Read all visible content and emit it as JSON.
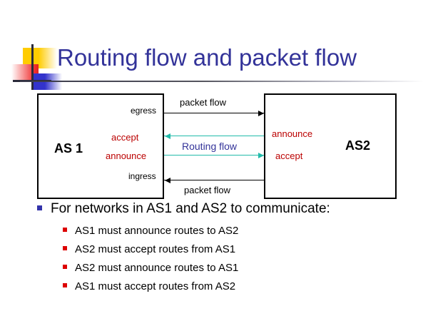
{
  "slide": {
    "title": "Routing flow and packet flow",
    "title_color": "#333399"
  },
  "logo": {
    "yellow": "#ffcc00",
    "red": "#f03030",
    "blue": "#3333cc",
    "line": "#2a2a3a"
  },
  "diagram": {
    "as1": {
      "name": "AS 1",
      "edge_top_label": "egress",
      "edge_bottom_label": "ingress",
      "policy_top": "accept",
      "policy_bottom": "announce"
    },
    "as2": {
      "name": "AS2",
      "policy_top": "announce",
      "policy_bottom": "accept"
    },
    "flows": {
      "packet_flow_top": "packet flow",
      "packet_flow_bottom": "packet flow",
      "routing_flow": "Routing flow"
    },
    "colors": {
      "packet_arrow": "#000000",
      "routing_arrow": "#22bbaa",
      "policy_text": "#bb0000",
      "routing_label": "#333399"
    }
  },
  "bullets": {
    "level1": "For networks in AS1 and AS2 to communicate:",
    "level1_marker_color": "#3333aa",
    "level2_marker_color": "#dd0000",
    "level2": [
      "AS1 must announce routes to AS2",
      "AS2 must accept routes from AS1",
      "AS2 must announce routes to AS1",
      "AS1 must accept routes from AS2"
    ]
  }
}
